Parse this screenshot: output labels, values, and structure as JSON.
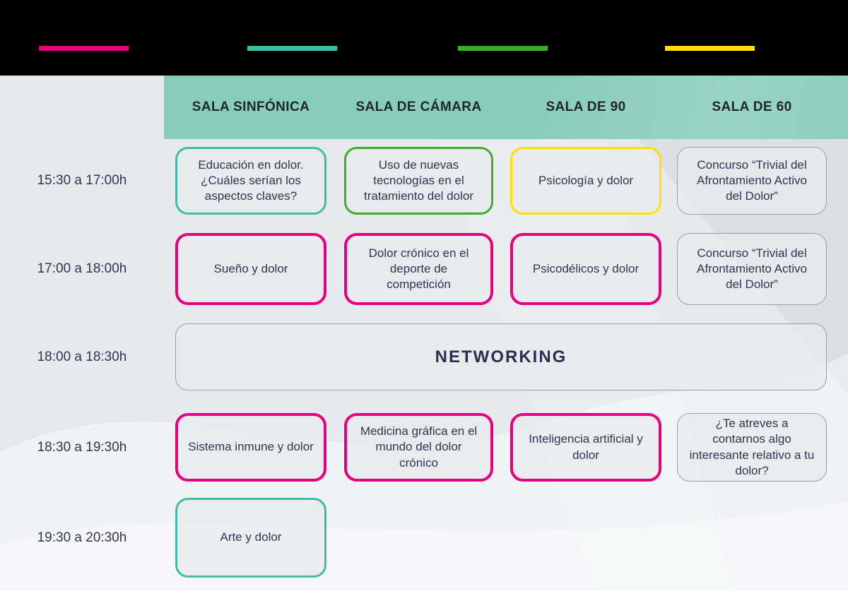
{
  "topbar": {
    "legend_colors": [
      "#E5007E",
      "#3FBEA3",
      "#3DAE2B",
      "#FFE000"
    ]
  },
  "palette": {
    "pink": "#E5007E",
    "teal": "#3FBEA3",
    "green": "#3DAE2B",
    "yellow": "#FFE000",
    "gray": "#99A0AB",
    "header_band": "#88CDB8",
    "text": "#2E3650",
    "background": "#E7E9EC"
  },
  "columns": [
    "SALA SINFÓNICA",
    "SALA DE CÁMARA",
    "SALA DE 90",
    "SALA DE 60"
  ],
  "rows": [
    {
      "time": "15:30 a 17:00h",
      "cells": [
        {
          "text": "Educación en dolor. ¿Cuáles serían los aspectos claves?",
          "color": "teal"
        },
        {
          "text": "Uso de nuevas tecnologías en el tratamiento del dolor",
          "color": "green"
        },
        {
          "text": "Psicología y dolor",
          "color": "yellow"
        },
        {
          "text": "Concurso “Trivial del Afrontamiento Activo del Dolor”",
          "color": "gray"
        }
      ]
    },
    {
      "time": "17:00 a 18:00h",
      "cells": [
        {
          "text": "Sueño y dolor",
          "color": "pink"
        },
        {
          "text": "Dolor crónico en el deporte de competición",
          "color": "pink"
        },
        {
          "text": "Psicodélicos y dolor",
          "color": "pink"
        },
        {
          "text": "Concurso “Trivial del Afrontamiento Activo del Dolor”",
          "color": "gray"
        }
      ]
    },
    {
      "time": "18:00 a 18:30h",
      "networking": "NETWORKING"
    },
    {
      "time": "18:30 a 19:30h",
      "cells": [
        {
          "text": "Sistema inmune y dolor",
          "color": "pink"
        },
        {
          "text": "Medicina gráfica en el mundo del dolor crónico",
          "color": "pink"
        },
        {
          "text": "Inteligencia artificial y dolor",
          "color": "pink"
        },
        {
          "text": "¿Te atreves a contarnos algo interesante relativo a tu dolor?",
          "color": "gray"
        }
      ]
    },
    {
      "time": "19:30 a 20:30h",
      "cells": [
        {
          "text": "Arte y dolor",
          "color": "teal"
        }
      ]
    }
  ]
}
